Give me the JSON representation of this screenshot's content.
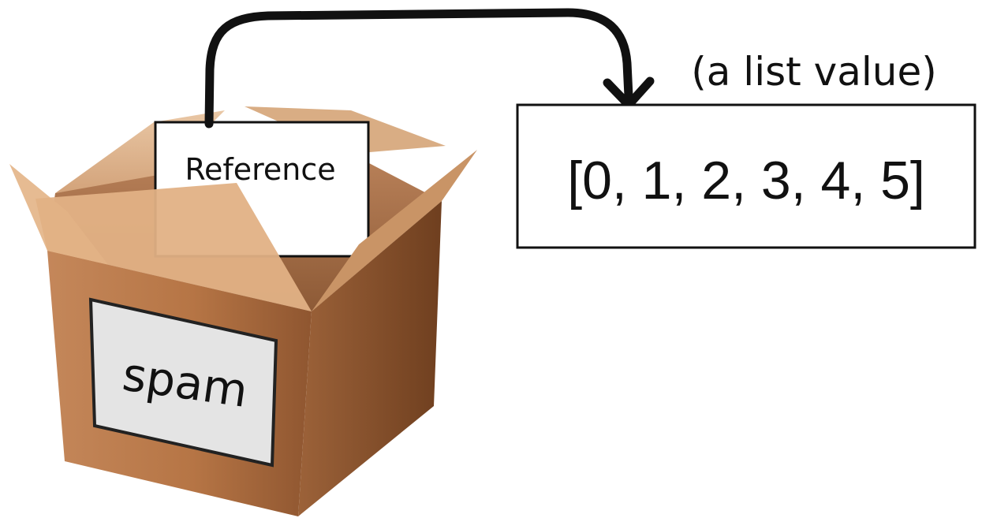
{
  "variable": {
    "name": "spam",
    "reference_label": "Reference"
  },
  "list_value": {
    "caption": "(a list value)",
    "text": "[0, 1, 2, 3, 4, 5]"
  }
}
